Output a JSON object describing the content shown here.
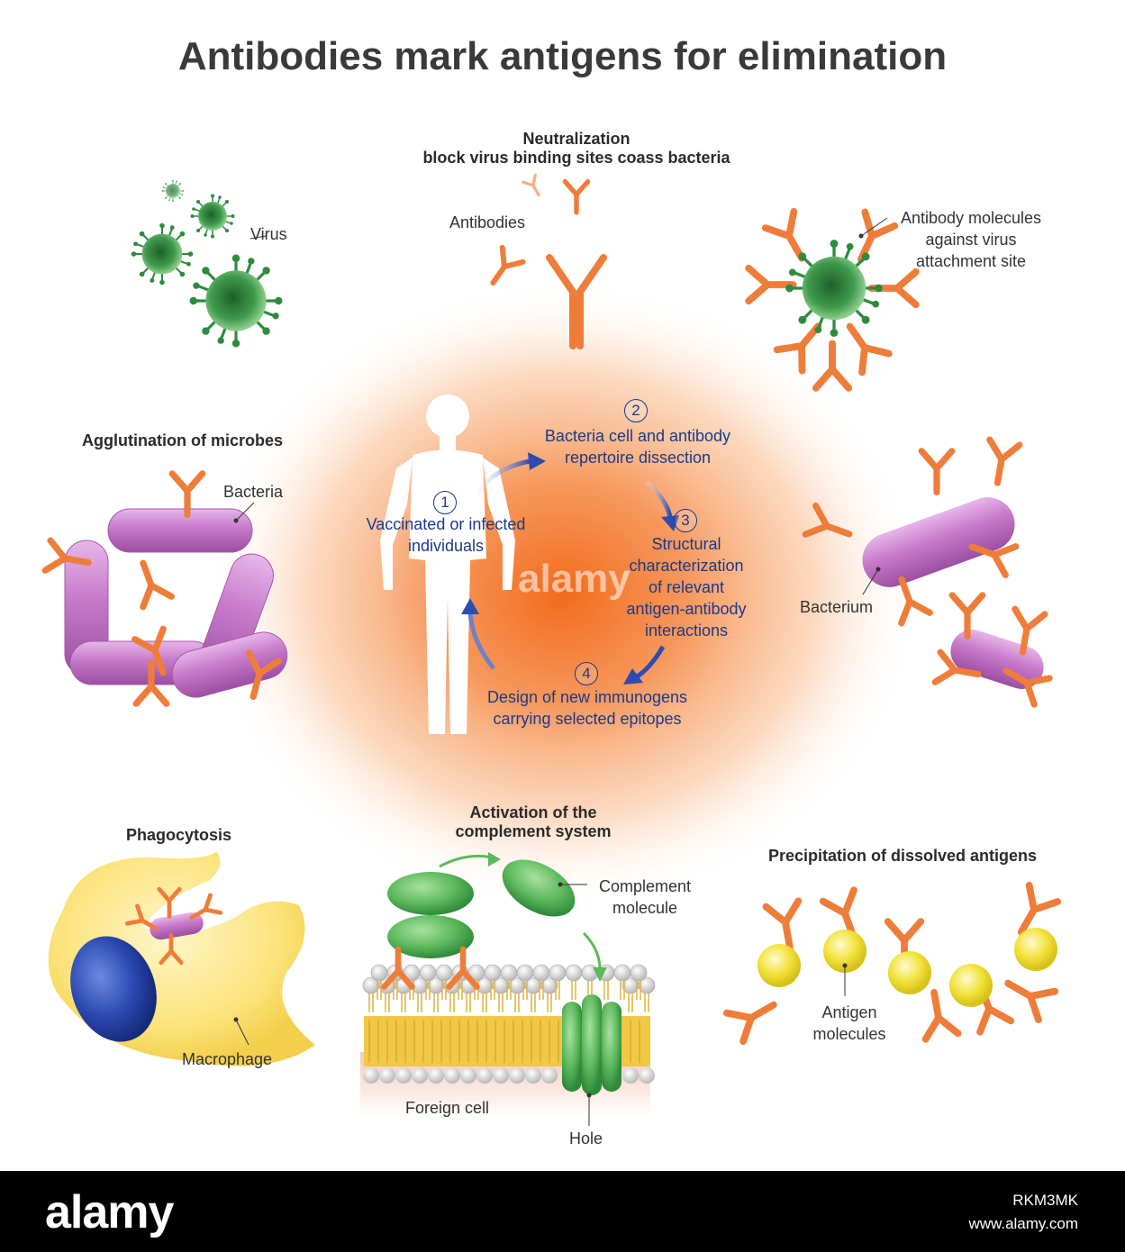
{
  "title": "Antibodies mark antigens for elimination",
  "neutralization": {
    "heading_line1": "Neutralization",
    "heading_line2": "block virus binding sites coass bacteria",
    "antibodies_label": "Antibodies",
    "virus_label": "Virus",
    "antibody_molecules_line1": "Antibody molecules",
    "antibody_molecules_line2": "against virus",
    "antibody_molecules_line3": "attachment site"
  },
  "agglutination": {
    "heading": "Agglutination of microbes",
    "bacteria_label": "Bacteria",
    "bacterium_label": "Bacterium"
  },
  "cycle": {
    "step1_number": "1",
    "step1_line1": "Vaccinated or infected",
    "step1_line2": "individuals",
    "step2_number": "2",
    "step2_line1": "Bacteria cell and antibody",
    "step2_line2": "repertoire dissection",
    "step3_number": "3",
    "step3_line1": "Structural",
    "step3_line2": "characterization",
    "step3_line3": "of relevant",
    "step3_line4": "antigen-antibody",
    "step3_line5": "interactions",
    "step4_number": "4",
    "step4_line1": "Design of new immunogens",
    "step4_line2": "carrying selected epitopes"
  },
  "phagocytosis": {
    "heading": "Phagocytosis",
    "macrophage_label": "Macrophage"
  },
  "complement": {
    "heading_line1": "Activation of the",
    "heading_line2": "complement system",
    "complement_line1": "Complement",
    "complement_line2": "molecule",
    "foreign_cell_label": "Foreign cell",
    "hole_label": "Hole"
  },
  "precipitation": {
    "heading": "Precipitation of dissolved antigens",
    "antigen_line1": "Antigen",
    "antigen_line2": "molecules"
  },
  "watermarks": {
    "center": "alamy",
    "right": "alamy"
  },
  "footer": {
    "logo": "alamy",
    "image_id": "RKM3MK",
    "url": "www.alamy.com"
  },
  "colors": {
    "antibody": "#ef7d3a",
    "virus": "#2e8b3e",
    "bacteria": "#c77ac9",
    "macrophage": "#fbe37a",
    "nucleus": "#1f3c9c",
    "complement": "#5cb85c",
    "antigen": "#f2e23a",
    "glow": "#f26a1b",
    "step_text": "#1a3a8c"
  }
}
